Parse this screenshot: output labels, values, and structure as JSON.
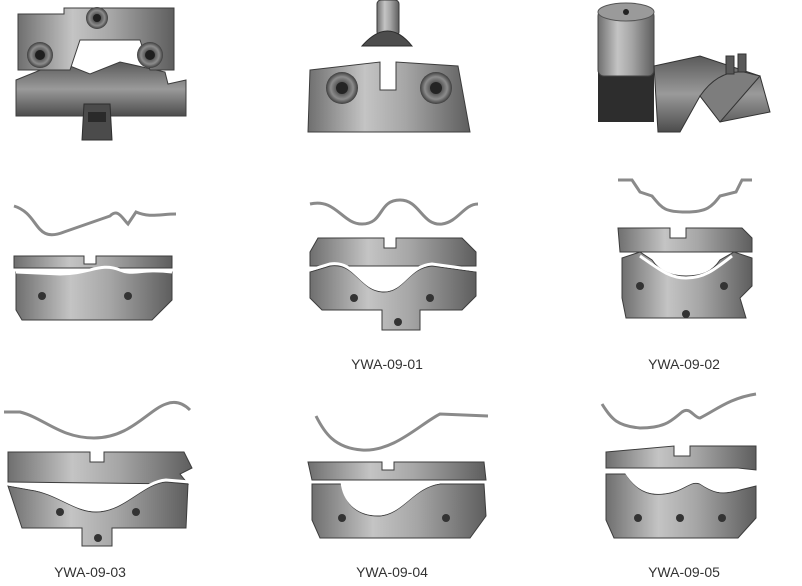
{
  "colors": {
    "background": "#ffffff",
    "steel_light": "#b9b9b9",
    "steel_mid": "#8d8d8d",
    "steel_dark": "#4a4a4a",
    "profile_line": "#8a8a8a",
    "caption_text": "#333333"
  },
  "items": [
    {
      "caption": ""
    },
    {
      "caption": ""
    },
    {
      "caption": ""
    },
    {
      "caption": ""
    },
    {
      "caption": "YWA-09-01"
    },
    {
      "caption": "YWA-09-02"
    },
    {
      "caption": "YWA-09-03"
    },
    {
      "caption": "YWA-09-04"
    },
    {
      "caption": "YWA-09-05"
    }
  ]
}
